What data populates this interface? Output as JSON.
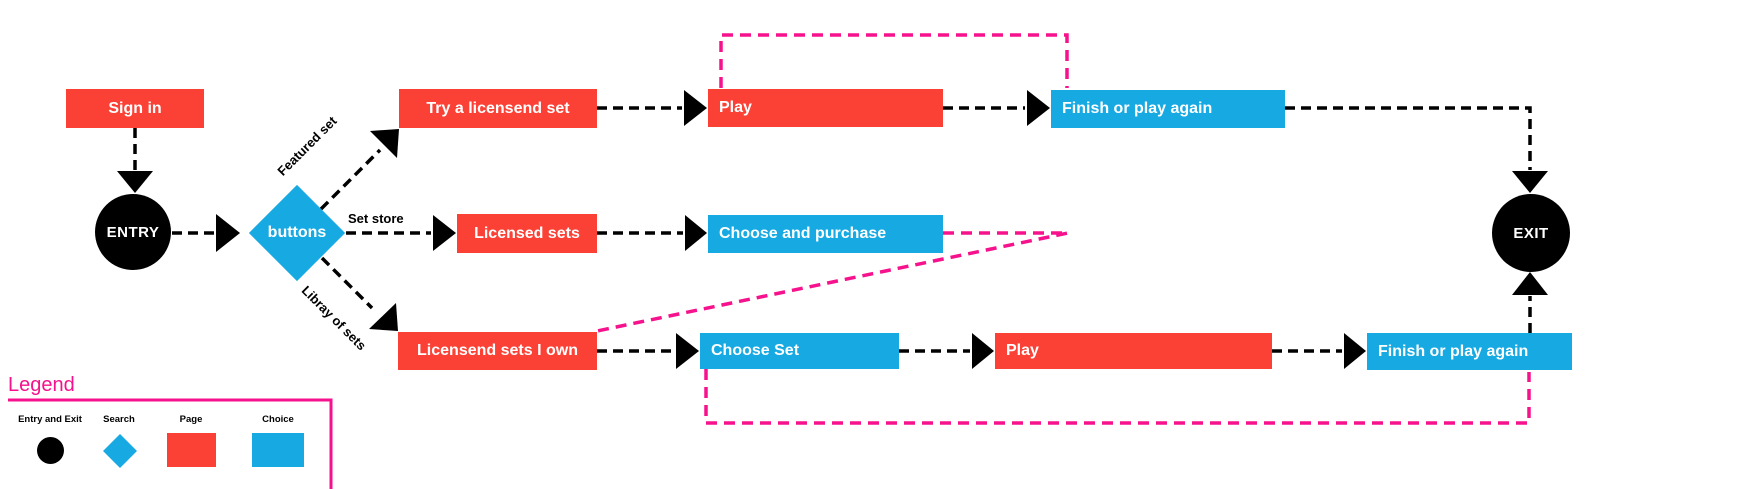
{
  "colors": {
    "page_red": "#FB4136",
    "choice_blue": "#16A9E2",
    "entry_black": "#000000",
    "flow_pink": "#F5128C"
  },
  "nodes": {
    "sign_in": {
      "label": "Sign in"
    },
    "entry": {
      "label": "ENTRY"
    },
    "buttons": {
      "label": "buttons"
    },
    "try_set": {
      "label": "Try a licensend set"
    },
    "play1": {
      "label": "Play"
    },
    "finish1": {
      "label": "Finish or play again"
    },
    "licensed_sets": {
      "label": "Licensed sets"
    },
    "choose_purchase": {
      "label": "Choose and purchase"
    },
    "own_sets": {
      "label": "Licensend sets I own"
    },
    "choose_set": {
      "label": "Choose Set"
    },
    "play2": {
      "label": "Play"
    },
    "finish2": {
      "label": "Finish or play again"
    },
    "exit": {
      "label": "EXIT"
    }
  },
  "edge_labels": {
    "featured_set": "Featured set",
    "set_store": "Set store",
    "library_of_sets": "Libray of sets"
  },
  "legend": {
    "title": "Legend",
    "items": [
      {
        "label": "Entry and Exit",
        "shape": "circle"
      },
      {
        "label": "Search",
        "shape": "diamond"
      },
      {
        "label": "Page",
        "shape": "red-rect"
      },
      {
        "label": "Choice",
        "shape": "blue-rect"
      }
    ]
  }
}
